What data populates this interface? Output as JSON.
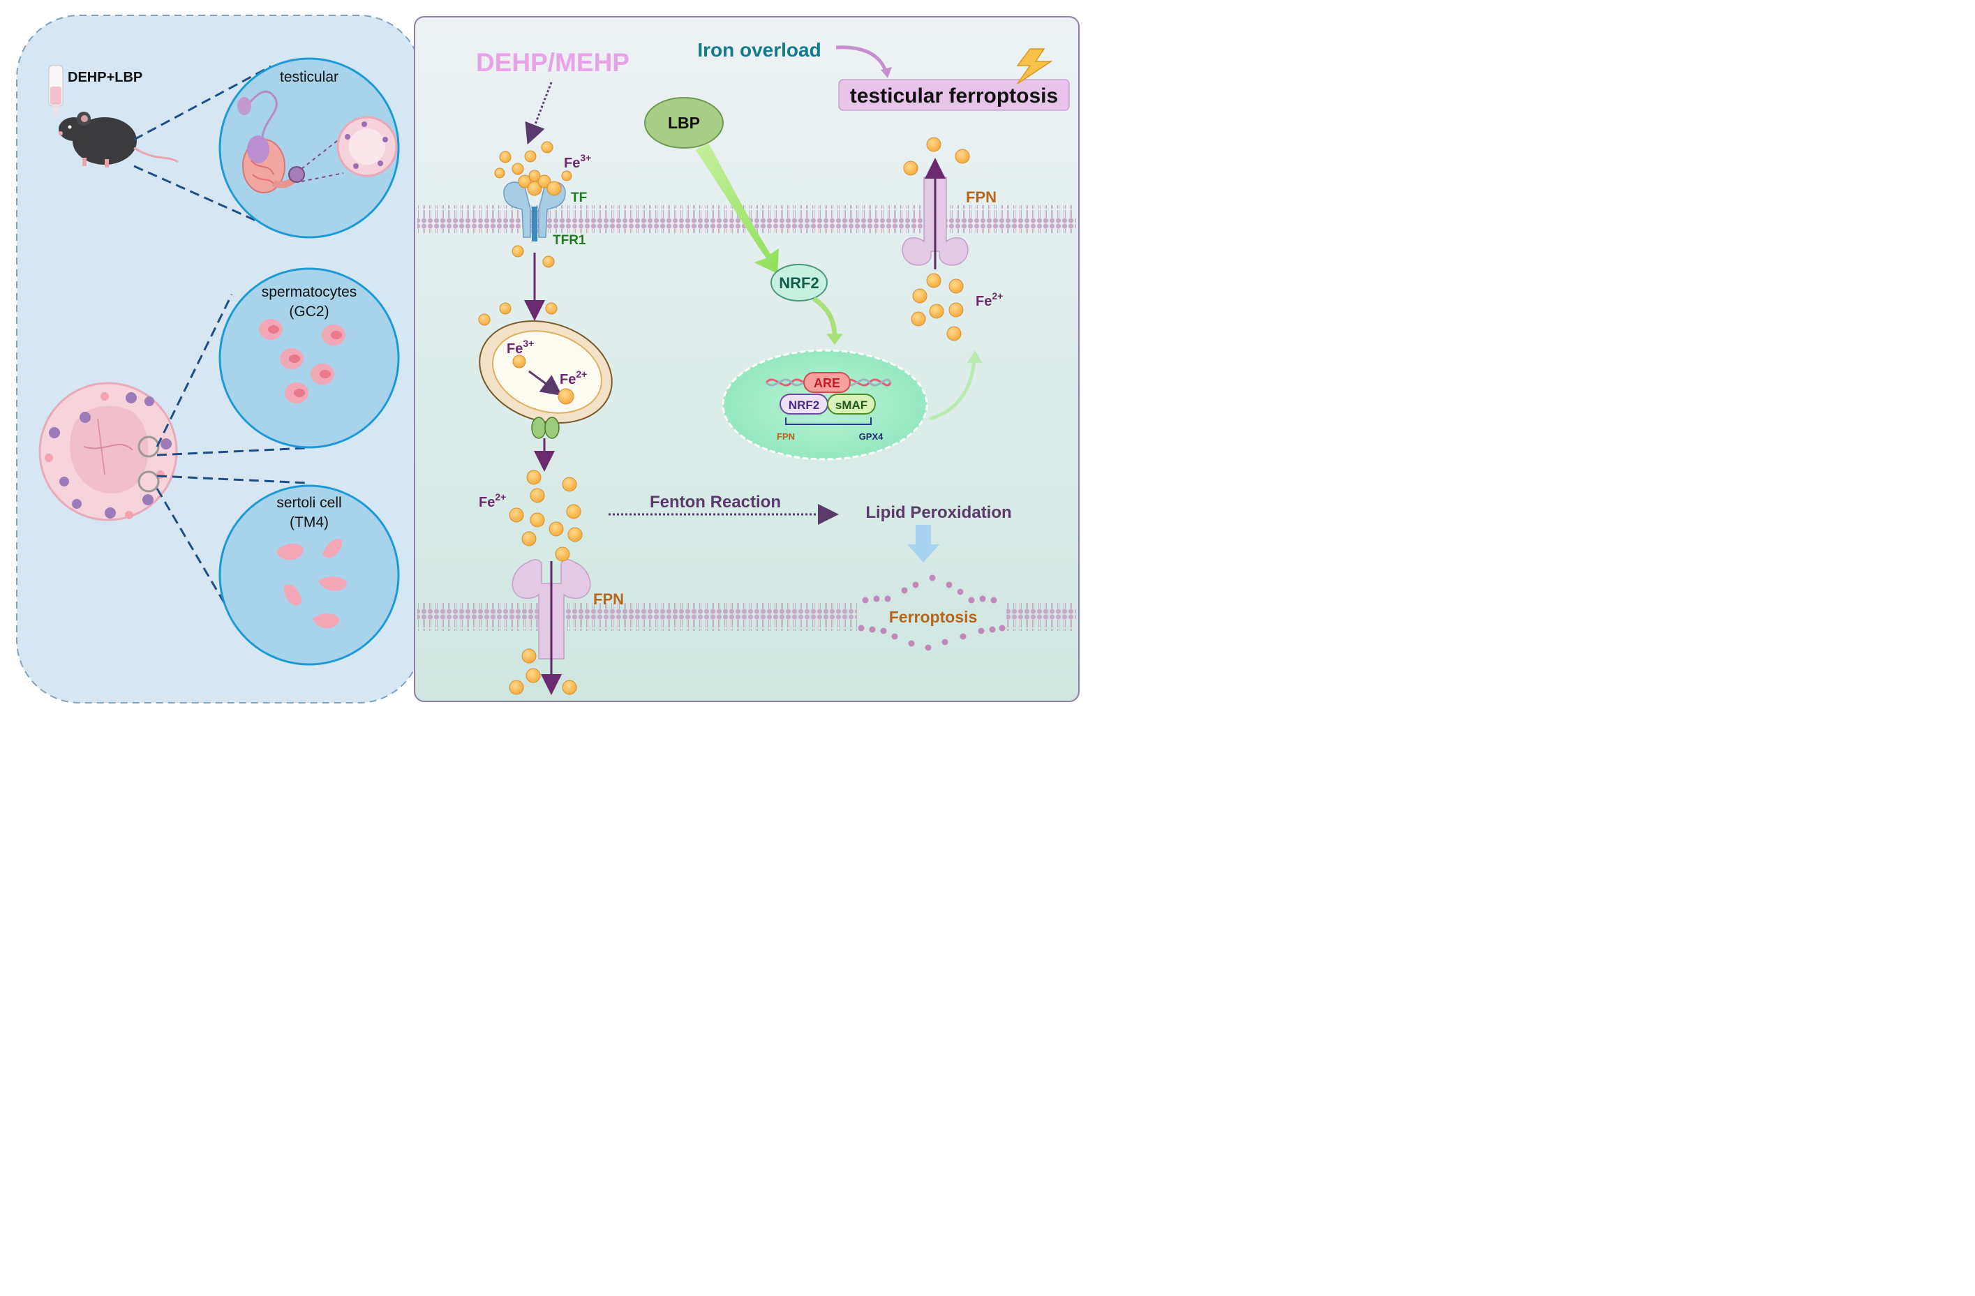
{
  "left_panel": {
    "exposure_label": "DEHP+LBP",
    "tissue_label": "testicular",
    "cell1_label_line1": "spermatocytes",
    "cell1_label_line2": "(GC2)",
    "cell2_label_line1": "sertoli cell",
    "cell2_label_line2": "(TM4)"
  },
  "right_panel": {
    "toxicant": "DEHP/MEHP",
    "iron_overload": "Iron overload",
    "outcome": "testicular ferroptosis",
    "lbp": "LBP",
    "nrf2": "NRF2",
    "are": "ARE",
    "nrf2_complex": "NRF2",
    "smaf": "sMAF",
    "target1": "FPN",
    "target2": "GPX4",
    "fe3_top": "Fe",
    "fe3_top_sup": "3+",
    "tf": "TF",
    "tfr1": "TFR1",
    "fe3_endo": "Fe",
    "fe3_endo_sup": "3+",
    "fe2_endo": "Fe",
    "fe2_endo_sup": "2+",
    "fe2_cyto": "Fe",
    "fe2_cyto_sup": "2+",
    "fe2_right": "Fe",
    "fe2_right_sup": "2+",
    "fpn_top": "FPN",
    "fpn_bottom": "FPN",
    "fenton": "Fenton Reaction",
    "lipid_perox": "Lipid Peroxidation",
    "ferroptosis": "Ferroptosis"
  },
  "colors": {
    "left_bg": "#d6e6f3",
    "right_bg_top": "#eef2f5",
    "right_bg_bottom": "#cfe7e0",
    "circle_fill": "#a9d3ea",
    "circle_stroke": "#1b9ad6",
    "dash_line": "#1d4f86",
    "iron": "#f6b84b",
    "membrane": "#c9a9c8",
    "purple_text": "#6b2a6e",
    "green_text": "#1e7a1e",
    "orange_text": "#b5651d",
    "teal_text": "#137a8c",
    "pink_text": "#e7a2e8"
  }
}
